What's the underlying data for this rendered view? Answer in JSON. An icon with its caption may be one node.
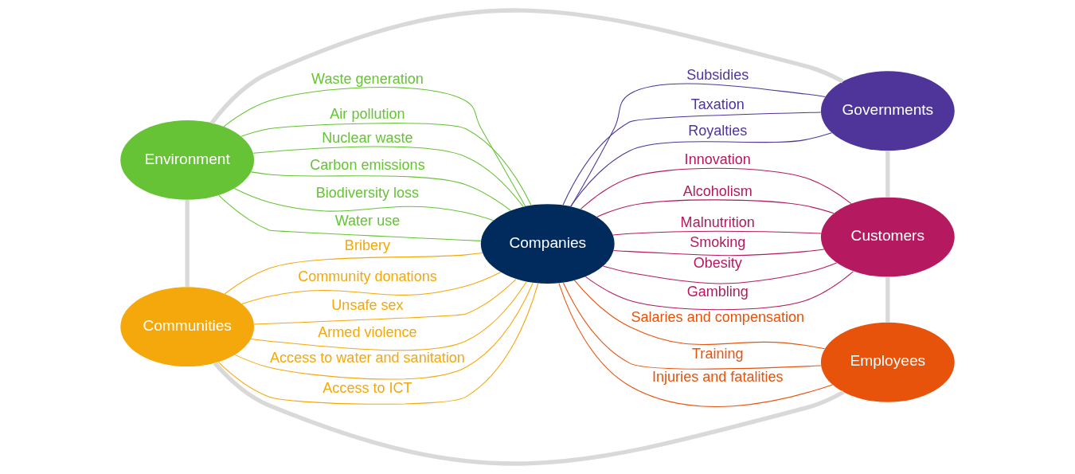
{
  "diagram": {
    "nodes": [
      {
        "text": [
          "Governments"
        ]
      },
      {
        "text": [
          "Environment"
        ]
      },
      {
        "text": [
          "Companies"
        ]
      },
      {
        "text": [
          "Customers"
        ]
      },
      {
        "text": [
          "Communities"
        ]
      },
      {
        "text": [
          "Employees"
        ]
      }
    ],
    "edges": [
      {
        "from": 0,
        "to": 3,
        "arrow": "none",
        "style": "thick",
        "color": "#d9d9d9"
      },
      {
        "from": 3,
        "to": 5,
        "arrow": "none",
        "style": "thick",
        "color": "#d9d9d9"
      },
      {
        "from": 5,
        "to": 4,
        "arrow": "none",
        "style": "thick",
        "color": "#d9d9d9"
      },
      {
        "from": 4,
        "to": 1,
        "arrow": "none",
        "style": "thick",
        "color": "#d9d9d9"
      },
      {
        "from": 1,
        "to": 0,
        "arrow": "none",
        "style": "thick",
        "color": "#d9d9d9"
      },
      {
        "from": 2,
        "to": 1,
        "arrow": "none",
        "label": "Waste generation",
        "color": "#66c335"
      },
      {
        "from": 2,
        "to": 1,
        "arrow": "none",
        "label": "Air pollution",
        "color": "#66c335"
      },
      {
        "from": 2,
        "to": 1,
        "arrow": "none",
        "label": "Nuclear waste",
        "color": "#66c335"
      },
      {
        "from": 2,
        "to": 1,
        "arrow": "none",
        "label": "Carbon emissions",
        "color": "#66c335"
      },
      {
        "from": 2,
        "to": 1,
        "arrow": "none",
        "label": "Biodiversity loss",
        "color": "#66c335"
      },
      {
        "from": 2,
        "to": 1,
        "arrow": "none",
        "label": "Water use",
        "color": "#66c335"
      },
      {
        "from": 2,
        "to": 0,
        "arrow": "none",
        "label": "Subsidies",
        "color": "#4f3499"
      },
      {
        "from": 2,
        "to": 0,
        "arrow": "none",
        "label": "Taxation",
        "color": "#4f3499"
      },
      {
        "from": 2,
        "to": 0,
        "arrow": "none",
        "label": "Royalties",
        "color": "#4f3499"
      },
      {
        "from": 2,
        "to": 3,
        "arrow": "none",
        "label": "Innovation",
        "color": "#b5195f"
      },
      {
        "from": 2,
        "to": 3,
        "arrow": "none",
        "label": "Alcoholism",
        "color": "#b5195f"
      },
      {
        "from": 2,
        "to": 3,
        "arrow": "none",
        "label": "Malnutrition",
        "color": "#b5195f"
      },
      {
        "from": 2,
        "to": 3,
        "arrow": "none",
        "label": "Smoking",
        "color": "#b5195f"
      },
      {
        "from": 2,
        "to": 3,
        "arrow": "none",
        "label": "Obesity",
        "color": "#b5195f"
      },
      {
        "from": 2,
        "to": 3,
        "arrow": "none",
        "label": "Gambling",
        "color": "#b5195f"
      },
      {
        "from": 2,
        "to": 4,
        "arrow": "none",
        "label": "Bribery",
        "color": "#f5a80b"
      },
      {
        "from": 2,
        "to": 4,
        "arrow": "none",
        "label": "Community donations",
        "color": "#f5a80b"
      },
      {
        "from": 2,
        "to": 4,
        "arrow": "none",
        "label": "Unsafe sex",
        "color": "#f5a80b"
      },
      {
        "from": 2,
        "to": 4,
        "arrow": "none",
        "label": "Armed violence",
        "color": "#f5a80b"
      },
      {
        "from": 2,
        "to": 4,
        "arrow": "none",
        "label": "Access to water and sanitation",
        "color": "#f5a80b"
      },
      {
        "from": 2,
        "to": 4,
        "arrow": "none",
        "label": "Access to ICT",
        "color": "#f5a80b"
      },
      {
        "from": 2,
        "to": 5,
        "arrow": "none",
        "label": "Salaries and compensation",
        "color": "#e8530b"
      },
      {
        "from": 2,
        "to": 5,
        "arrow": "none",
        "label": "Training",
        "color": "#e8530b"
      },
      {
        "from": 2,
        "to": 5,
        "arrow": "none",
        "label": "Injuries and fatalities",
        "color": "#e8530b"
      }
    ]
  }
}
